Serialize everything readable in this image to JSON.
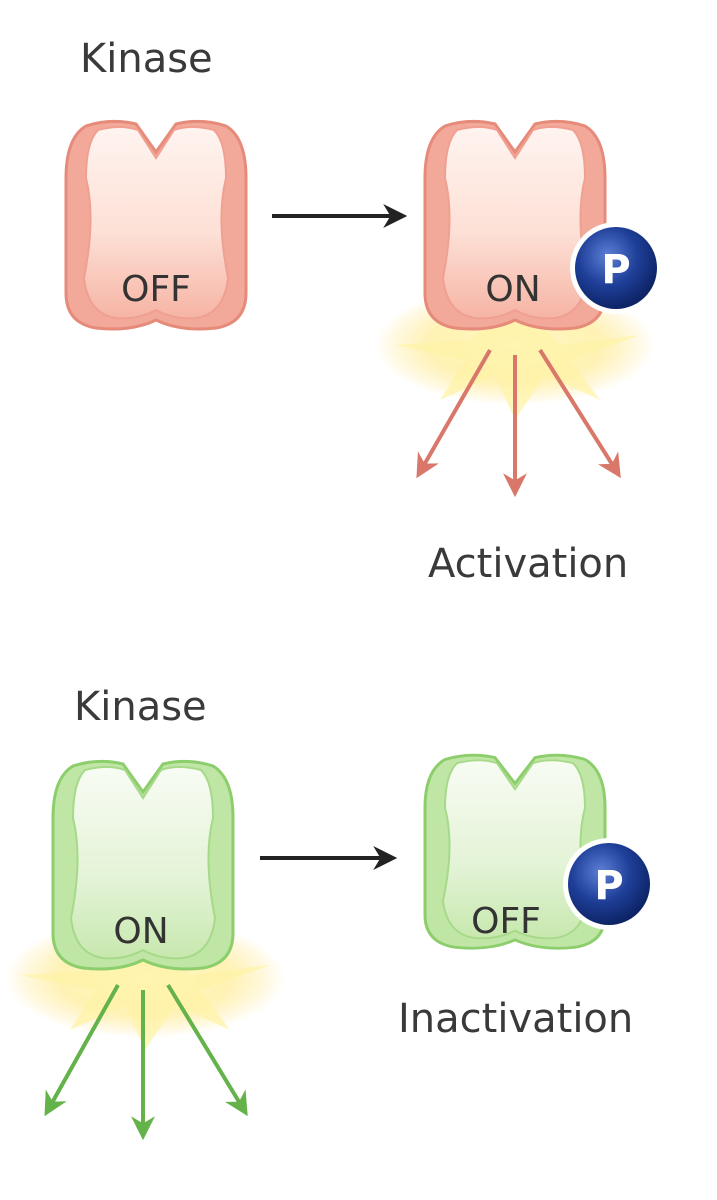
{
  "top": {
    "title": "Kinase",
    "before_state": "OFF",
    "after_state": "ON",
    "phospho_label": "P",
    "result": "Activation"
  },
  "bottom": {
    "title": "Kinase",
    "before_state": "ON",
    "after_state": "OFF",
    "phospho_label": "P",
    "result": "Inactivation"
  },
  "colors": {
    "red_body": "#f3a99a",
    "red_edge": "#e68a7a",
    "red_inner": "#fde6df",
    "green_body": "#bfe6a4",
    "green_edge": "#8ccd6c",
    "green_inner": "#eef8e6",
    "burst": "#fff2a6",
    "phospho": "#1f3f99",
    "red_arrow": "#d8776a",
    "green_arrow": "#63b24a",
    "black_arrow": "#222222"
  }
}
